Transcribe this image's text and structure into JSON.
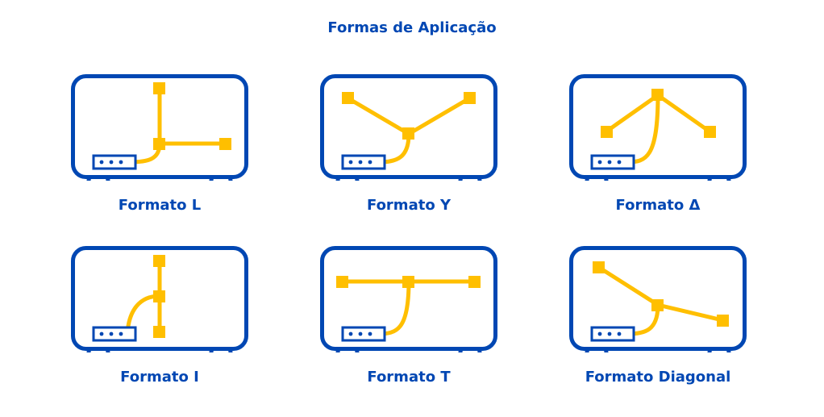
{
  "page": {
    "title": "Formas de Aplicação"
  },
  "colors": {
    "frame": "#0047b3",
    "cable": "#ffbf00",
    "background": "#ffffff"
  },
  "figures": [
    {
      "id": "l",
      "label": "Formato L"
    },
    {
      "id": "y",
      "label": "Formato Y"
    },
    {
      "id": "delta",
      "label": "Formato Δ"
    },
    {
      "id": "i",
      "label": "Formato I"
    },
    {
      "id": "t",
      "label": "Formato T"
    },
    {
      "id": "diagonal",
      "label": "Formato Diagonal"
    }
  ]
}
